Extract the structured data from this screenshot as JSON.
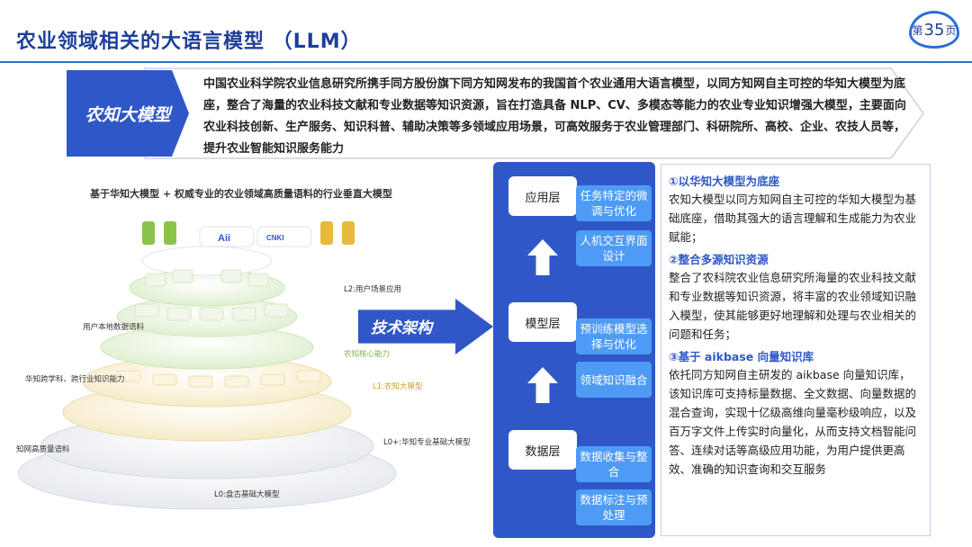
{
  "header": {
    "title": "农业领域相关的大语言模型 （LLM）",
    "page_prefix": "第",
    "page_number": "35",
    "page_suffix": "页"
  },
  "intro": {
    "label": "农知大模型",
    "text": "中国农业科学院农业信息研究所携手同方股份旗下同方知网发布的我国首个农业通用大语言模型，以同方知网自主可控的华知大模型为底座，整合了海量的农业科技文献和专业数据等知识资源，旨在打造具备 NLP、CV、多模态等能力的农业专业知识增强大模型，主要面向农业科技创新、生产服务、知识科普、辅助决策等多领域应用场景，可高效服务于农业管理部门、科研院所、高校、企业、农技人员等，提升农业智能知识服务能力"
  },
  "pyramid": {
    "caption": "基于华知大模型 + 权威专业的农业领域高质量语料的行业垂直大模型",
    "logo_left": "Aii",
    "logo_right": "CNKI",
    "labels": {
      "l2": "L2:用户场景应用",
      "user_data": "用户本地数据语料",
      "agri_core": "农知核心能力",
      "cross_domain": "华知跨学科、跨行业知识能力",
      "l1": "L1:农知大模型",
      "l0plus": "L0+:华知专业基础大模型",
      "cnki_corpus": "知网高质量语料",
      "l0": "L0:盘古基础大模型"
    }
  },
  "tech": {
    "label": "技术架构"
  },
  "architecture": {
    "layers": [
      "应用层",
      "模型层",
      "数据层"
    ],
    "tags": [
      "任务特定的微调与优化",
      "人机交互界面设计",
      "预训练模型选择与优化",
      "领域知识融合",
      "数据收集与整合",
      "数据标注与预处理"
    ]
  },
  "details": [
    {
      "heading": "①以华知大模型为底座",
      "body": "农知大模型以同方知网自主可控的华知大模型为基础底座，借助其强大的语言理解和生成能力为农业赋能；"
    },
    {
      "heading": "②整合多源知识资源",
      "body": "整合了农科院农业信息研究所海量的农业科技文献和专业数据等知识资源，将丰富的农业领域知识融入模型，使其能够更好地理解和处理与农业相关的问题和任务；"
    },
    {
      "heading": "③基于 aikbase 向量知识库",
      "body": "依托同方知网自主研发的 aikbase 向量知识库，该知识库可支持标量数据、全文数据、向量数据的混合查询，实现十亿级高维向量毫秒级响应，以及百万字文件上传实时向量化，从而支持文档智能问答、连续对话等高级应用功能，为用户提供更高效、准确的知识查询和交互服务"
    }
  ],
  "colors": {
    "primary": "#2f57c8",
    "tag": "#4e9bf5",
    "title": "#1d3f9a",
    "green": "#8ac44a",
    "gold": "#e8b93a"
  }
}
